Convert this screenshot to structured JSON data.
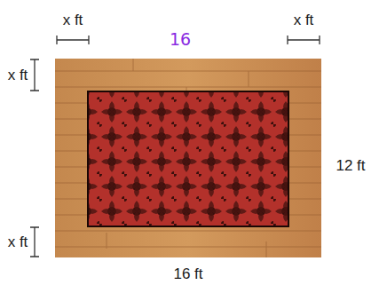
{
  "diagram": {
    "labels": [
      "x ft",
      "x ft",
      "16",
      "x ft",
      "x ft",
      "12 ft",
      "16 ft"
    ]
  }
}
